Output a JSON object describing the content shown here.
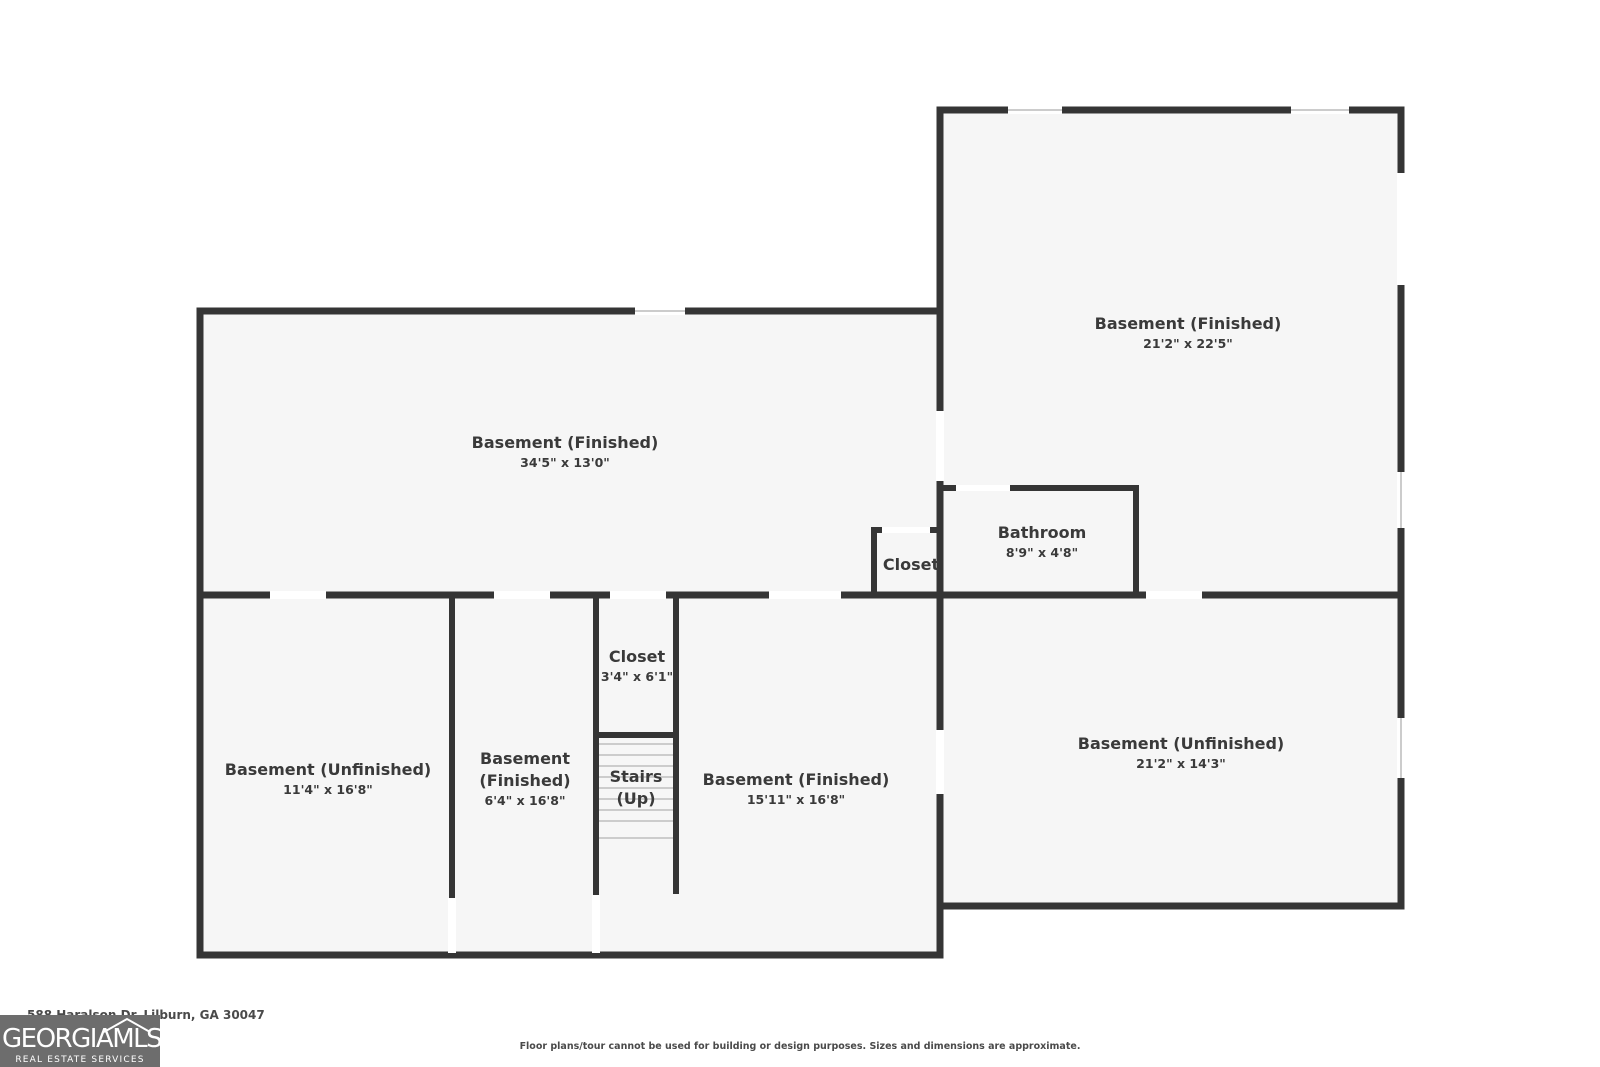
{
  "rooms": [
    {
      "id": "basement-finished-upper-left",
      "name": "Basement (Finished)",
      "dims": "34'5\" x 13'0\""
    },
    {
      "id": "basement-finished-upper-right",
      "name": "Basement (Finished)",
      "dims": "21'2\" x 22'5\""
    },
    {
      "id": "bathroom",
      "name": "Bathroom",
      "dims": "8'9\" x 4'8\""
    },
    {
      "id": "closet-small",
      "name": "Closet",
      "dims": ""
    },
    {
      "id": "basement-unfinished-left",
      "name": "Basement (Unfinished)",
      "dims": "11'4\" x 16'8\""
    },
    {
      "id": "basement-finished-narrow",
      "name_line1": "Basement",
      "name_line2": "(Finished)",
      "dims": "6'4\" x 16'8\""
    },
    {
      "id": "closet-center",
      "name": "Closet",
      "dims": "3'4\" x 6'1\""
    },
    {
      "id": "stairs",
      "name_line1": "Stairs",
      "name_line2": "(Up)"
    },
    {
      "id": "basement-finished-center",
      "name": "Basement (Finished)",
      "dims": "15'11\" x 16'8\""
    },
    {
      "id": "basement-unfinished-right",
      "name": "Basement (Unfinished)",
      "dims": "21'2\" x 14'3\""
    }
  ],
  "footer": {
    "address": "588 Haralson Dr, Lilburn, GA 30047",
    "disclaimer": "Floor plans/tour cannot be used for building or design purposes. Sizes and dimensions are approximate."
  },
  "logo": {
    "brand": "GEORGIAMLS",
    "tagline": "REAL ESTATE SERVICES"
  },
  "colors": {
    "wall": "#353535",
    "room_fill": "#f6f6f6",
    "text": "#3a3a3a",
    "logo_bg": "#6d6d6d"
  }
}
